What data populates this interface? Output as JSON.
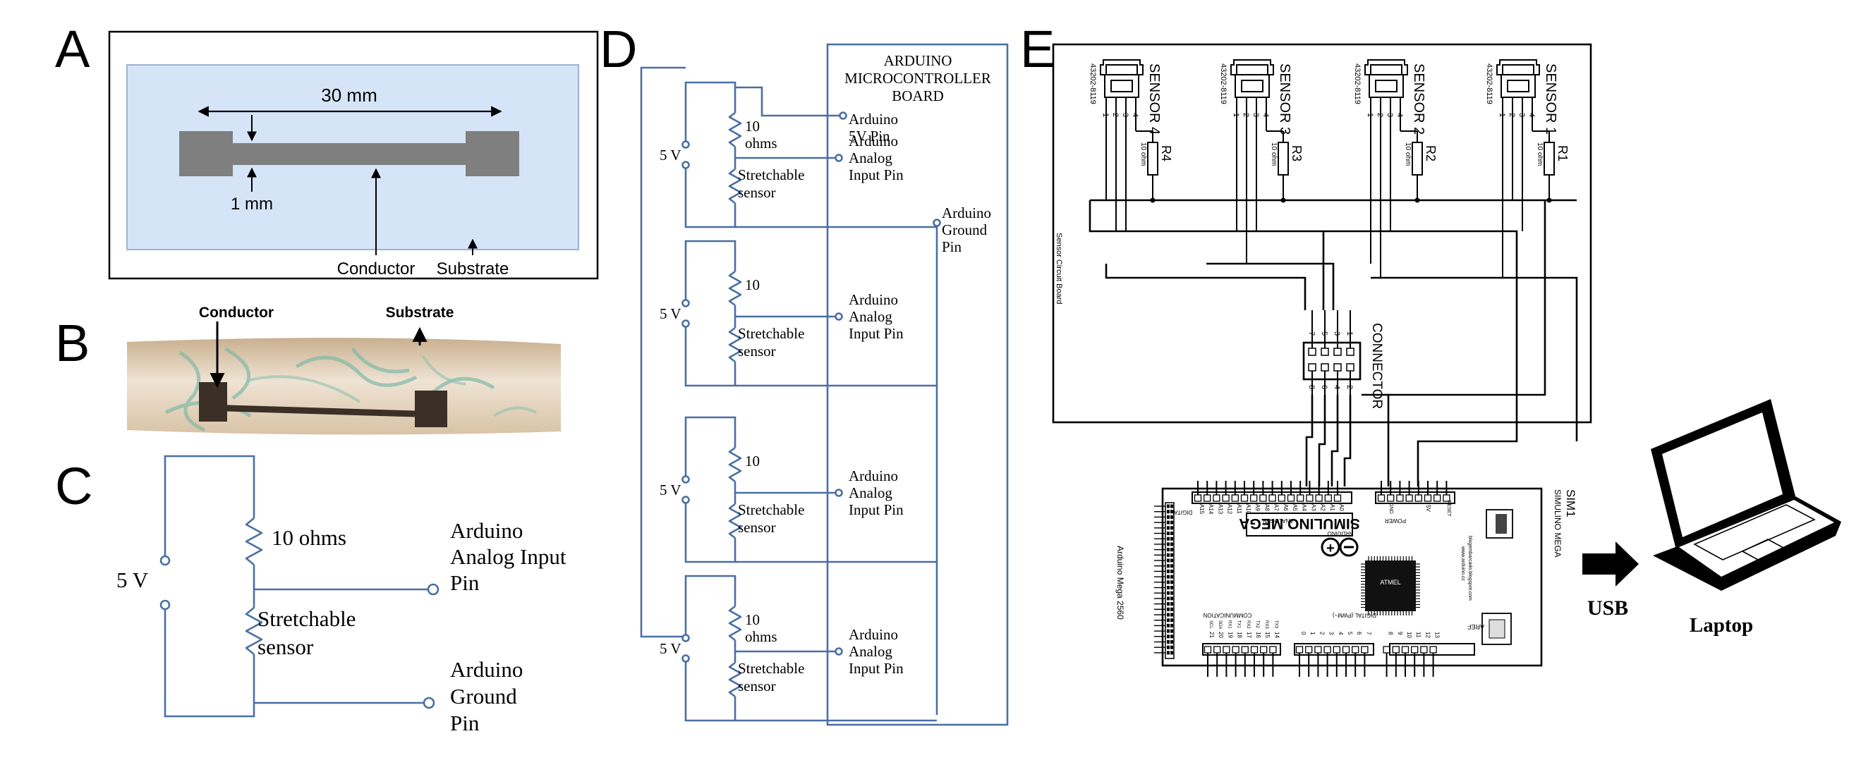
{
  "panels": {
    "a": {
      "label": "A",
      "dimension_length": "30 mm",
      "dimension_width": "1 mm",
      "conductor_label": "Conductor",
      "substrate_label": "Substrate",
      "colors": {
        "substrate": "#d6e4f7",
        "conductor": "#7f7f7f"
      }
    },
    "b": {
      "label": "B",
      "conductor_label": "Conductor",
      "substrate_label": "Substrate"
    },
    "c": {
      "label": "C",
      "voltage": "5 V",
      "resistor": "10 ohms",
      "sensor_line1": "Stretchable",
      "sensor_line2": "sensor",
      "analog_line1": "Arduino",
      "analog_line2": "Analog Input",
      "analog_line3": "Pin",
      "ground_line1": "Arduino",
      "ground_line2": "Ground",
      "ground_line3": "Pin"
    },
    "d": {
      "label": "D",
      "board_line1": "ARDUINO",
      "board_line2": "MICROCONTROLLER",
      "board_line3": "BOARD",
      "five_v_pin_line1": "Arduino",
      "five_v_pin_line2": "5V Pin",
      "ground_line1": "Arduino",
      "ground_line2": "Ground",
      "ground_line3": "Pin",
      "circuits": [
        {
          "voltage": "5 V",
          "r_line1": "10",
          "r_line2": "ohms",
          "sensor_line1": "Stretchable",
          "sensor_line2": "sensor",
          "pin_line1": "Arduino",
          "pin_line2": "Analog",
          "pin_line3": "Input Pin"
        },
        {
          "voltage": "5 V",
          "r_line1": "10",
          "r_line2": "",
          "sensor_line1": "Stretchable",
          "sensor_line2": "sensor",
          "pin_line1": "Arduino",
          "pin_line2": "Analog",
          "pin_line3": "Input Pin"
        },
        {
          "voltage": "5 V",
          "r_line1": "10",
          "r_line2": "",
          "sensor_line1": "Stretchable",
          "sensor_line2": "sensor",
          "pin_line1": "Arduino",
          "pin_line2": "Analog",
          "pin_line3": "Input Pin"
        },
        {
          "voltage": "5 V",
          "r_line1": "10",
          "r_line2": "ohms",
          "sensor_line1": "Stretchable",
          "sensor_line2": "sensor",
          "pin_line1": "Arduino",
          "pin_line2": "Analog",
          "pin_line3": "Input Pin"
        }
      ]
    },
    "e": {
      "label": "E",
      "part_number": "43202-8119",
      "sensors": [
        {
          "name": "SENSOR 4",
          "resistor": "R4",
          "value": "10 ohm"
        },
        {
          "name": "SENSOR 3",
          "resistor": "R3",
          "value": "10 ohm"
        },
        {
          "name": "SENSOR 2",
          "resistor": "R2",
          "value": "10 ohm"
        },
        {
          "name": "SENSOR 1",
          "resistor": "R1",
          "value": "10 ohm"
        }
      ],
      "pin_numbers": [
        "1",
        "2",
        "3",
        "4"
      ],
      "board_caption": "Sensor Circuit Board",
      "connector_label": "CONNECTOR",
      "connector_pins_top": [
        "7",
        "5",
        "3",
        "1"
      ],
      "connector_pins_bottom": [
        "8",
        "6",
        "4",
        "2"
      ],
      "arduino_caption": "Arduino Mega 2560",
      "sim_line1": "SIM1",
      "sim_line2": "SIMULINO MEGA",
      "simulino_logo": "SIMULINO MEGA",
      "chip_label": "ATMEL",
      "header_analog": "ANALOG IN",
      "header_power": "POWER",
      "header_digital": "DIGITAL",
      "header_comm": "COMMUNICATION",
      "header_pwm": "DIGITAL (PWM~)",
      "header_aref": "AREF",
      "header_reset": "RESET",
      "header_gnd": "GND",
      "header_5v": "5V",
      "arduino_arduino": "ARDUINO",
      "url_line1": "www.arduino.cc",
      "url_line2": "blogembarcado.blogspot.com",
      "analog_pins": [
        "A15",
        "A14",
        "A13",
        "A12",
        "A11",
        "A10",
        "A9",
        "A8",
        "A7",
        "A6",
        "A5",
        "A4",
        "A3",
        "A2",
        "A1",
        "A0"
      ],
      "comm_pins": [
        "21",
        "20",
        "19",
        "18",
        "17",
        "16",
        "15",
        "14"
      ],
      "comm_names": [
        "SCL",
        "SDA",
        "RX1",
        "TX1",
        "RX2",
        "TX2",
        "RX3",
        "TX3"
      ],
      "pwm_pins": [
        "0",
        "1",
        "2",
        "3",
        "4",
        "5",
        "6",
        "7",
        "8",
        "9",
        "10",
        "11",
        "12",
        "13"
      ],
      "usb_label": "USB",
      "laptop_label": "Laptop"
    }
  }
}
